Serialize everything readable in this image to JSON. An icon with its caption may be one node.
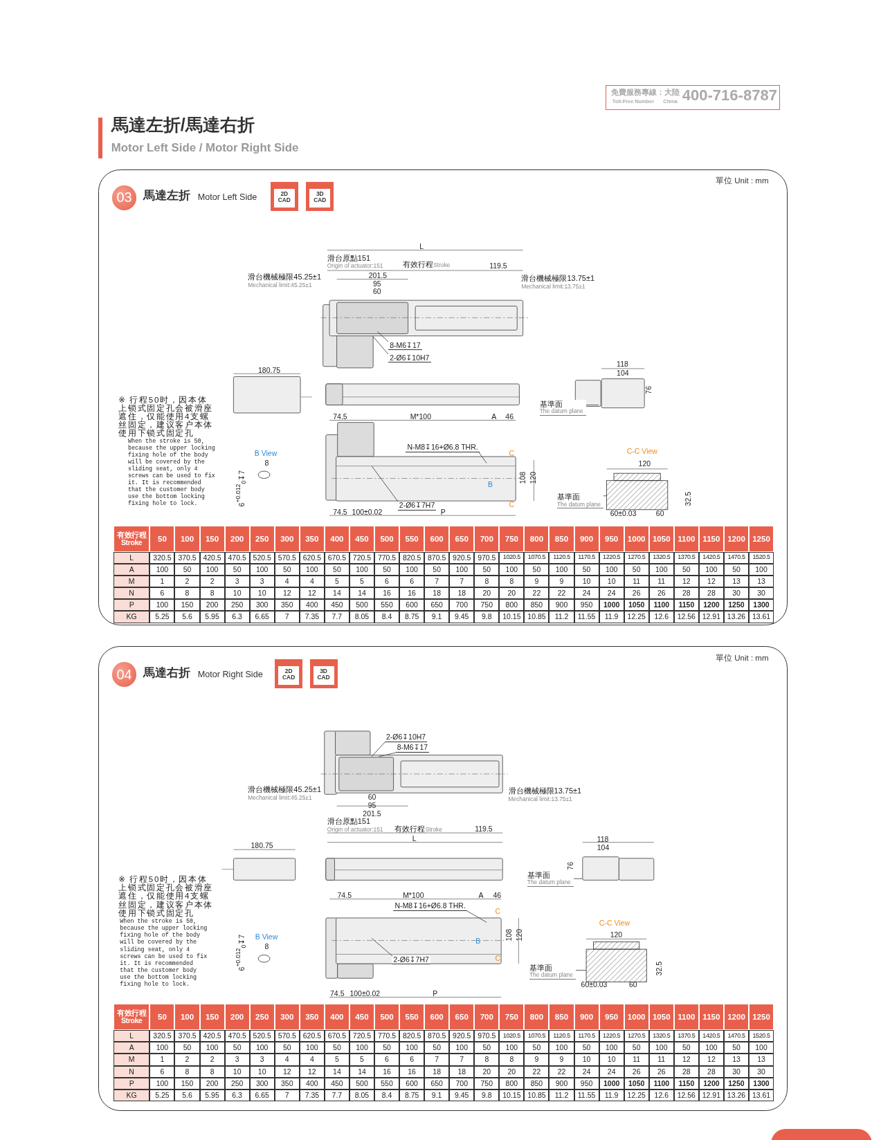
{
  "diagram": {
    "title": "馬達左折/馬達右折",
    "nodes": [
      {
        "text": [
          "免費服務專線：大陸",
          "Toll-Free Number",
          "China",
          "400-716-8787"
        ]
      },
      {
        "text": [
          "馬達左折",
          "Motor Left Side",
          "單位 Unit : mm"
        ]
      },
      {
        "text": [
          "03"
        ],
        "in": 1
      },
      {
        "text": [
          "2D CAD"
        ],
        "in": 1
      },
      {
        "text": [
          "3D CAD"
        ],
        "in": 1
      },
      {
        "text": [
          "8-M6↧17"
        ],
        "in": 1
      },
      {
        "text": [
          "2-Ø6↧10H7"
        ],
        "in": 1
      },
      {
        "text": [
          "N-M8↧16+Ø6.8 THR."
        ],
        "in": 1
      },
      {
        "text": [
          "2-Ø6↧7H7"
        ],
        "in": 1
      },
      {
        "text": [
          "基準面",
          "The datum plane"
        ],
        "in": 1
      },
      {
        "text": [
          "基準面",
          "The datum plane"
        ],
        "in": 1
      },
      {
        "text": [
          "馬達右折",
          "Motor Right Side",
          "單位 Unit : mm"
        ]
      },
      {
        "text": [
          "04"
        ],
        "in": 11
      },
      {
        "text": [
          "2D CAD"
        ],
        "in": 11
      },
      {
        "text": [
          "3D CAD"
        ],
        "in": 11
      },
      {
        "text": [
          "2-Ø6↧10H7"
        ],
        "in": 11
      },
      {
        "text": [
          "8-M6↧17"
        ],
        "in": 11
      },
      {
        "text": [
          "N-M8↧16+Ø6.8 THR."
        ],
        "in": 11
      },
      {
        "text": [
          "2-Ø6↧7H7"
        ],
        "in": 11
      },
      {
        "text": [
          "基準面",
          "The datum plane"
        ],
        "in": 11
      },
      {
        "text": [
          "基準面",
          "The datum plane"
        ],
        "in": 11
      }
    ],
    "edges": [
      {
        "from": 5,
        "to": null,
        "arrow": "none"
      },
      {
        "from": 6,
        "to": null,
        "arrow": "none"
      },
      {
        "from": 7,
        "to": null,
        "arrow": "none"
      },
      {
        "from": 8,
        "to": null,
        "arrow": "none"
      },
      {
        "from": 9,
        "to": null,
        "arrow": "none"
      },
      {
        "from": 10,
        "to": null,
        "arrow": "none"
      },
      {
        "from": 15,
        "to": null,
        "arrow": "none"
      },
      {
        "from": 16,
        "to": null,
        "arrow": "none"
      },
      {
        "from": 17,
        "to": null,
        "arrow": "none"
      },
      {
        "from": 18,
        "to": null,
        "arrow": "none"
      },
      {
        "from": 19,
        "to": null,
        "arrow": "none"
      },
      {
        "from": 20,
        "to": null,
        "arrow": "none"
      }
    ],
    "labels": [
      "Motor Left Side / Motor Right Side",
      "L",
      "滑台原點151",
      "Origin of actuator:151",
      "有效行程",
      "Stroke",
      "119.5",
      "滑台機械極限45.25±1",
      "Mechanical limit:45.25±1",
      "201.5",
      "95",
      "60",
      "滑台機械極限13.75±1",
      "Mechanical limit:13.75±1",
      "180.75",
      "118",
      "104",
      "76",
      "※ 行程50时，因本体上锁式固定孔会被滑座遮住，仅能使用4支螺丝固定，建议客户本体使用下锁式固定孔",
      "74.5",
      "M*100",
      "A",
      "46",
      "When the stroke is 50, because the upper locking fixing hole of the body will be covered by the sliding seat, only 4 screws can be used to fix it. It is recommended that the customer body use the bottom locking fixing hole to lock.",
      "B View",
      "C",
      "8",
      "6$^{+0.012}$$_{0}$↧7",
      "B",
      "108",
      "120",
      "C-C View",
      "120",
      "C",
      "32.5",
      "74.5",
      "100±0.02",
      "P",
      "60±0.03",
      "60",
      "有效行程 Stroke",
      "50",
      "100",
      "150",
      "200",
      "250",
      "300",
      "350",
      "400",
      "450",
      "500",
      "550",
      "600",
      "650",
      "700",
      "750",
      "800",
      "850",
      "900",
      "950",
      "1000",
      "1050",
      "1100",
      "1150",
      "1200",
      "1250",
      "L",
      "320.5",
      "370.5",
      "420.5",
      "470.5",
      "520.5",
      "570.5",
      "620.5",
      "670.5",
      "720.5",
      "770.5",
      "820.5",
      "870.5",
      "920.5",
      "970.5",
      "1020.5",
      "1070.5",
      "1120.5",
      "1170.5",
      "1220.5",
      "1270.5",
      "1320.5",
      "1370.5",
      "1420.5",
      "1470.5",
      "1520.5",
      "A",
      "100",
      "50",
      "100",
      "50",
      "100",
      "50",
      "100",
      "50",
      "100",
      "50",
      "100",
      "50",
      "100",
      "50",
      "100",
      "50",
      "100",
      "50",
      "100",
      "50",
      "100",
      "50",
      "100",
      "50",
      "100",
      "M",
      "1",
      "2",
      "2",
      "3",
      "3",
      "4",
      "4",
      "5",
      "5",
      "6",
      "6",
      "7",
      "7",
      "8",
      "8",
      "9",
      "9",
      "10",
      "10",
      "11",
      "11",
      "12",
      "12",
      "13",
      "13",
      "N",
      "6",
      "8",
      "8",
      "10",
      "10",
      "12",
      "12",
      "14",
      "14",
      "16",
      "16",
      "18",
      "18",
      "20",
      "20",
      "22",
      "22",
      "24",
      "24",
      "26",
      "26",
      "28",
      "28",
      "30",
      "30",
      "P",
      "100",
      "150",
      "200",
      "250",
      "300",
      "350",
      "400",
      "450",
      "500",
      "550",
      "600",
      "650",
      "700",
      "750",
      "800",
      "850",
      "900",
      "950",
      "1000",
      "1050",
      "1100",
      "1150",
      "1200",
      "1250",
      "1300",
      "KG",
      "5.25",
      "5.6",
      "5.95",
      "6.3",
      "6.65",
      "7",
      "7.35",
      "7.7",
      "8.05",
      "8.4",
      "8.75",
      "9.1",
      "9.45",
      "9.8",
      "10.15",
      "10.85",
      "11.2",
      "11.55",
      "11.9",
      "12.25",
      "12.6",
      "12.56",
      "12.91",
      "13.26",
      "13.61",
      "滑台機械極限45.25±1",
      "滑台機械極限13.75±1",
      "Mechanical limit:45.25±1",
      "60",
      "Mechanical limit:13.75±1",
      "95",
      "201.5",
      "滑台原點151",
      "Origin of actuator:151",
      "有效行程",
      "Stroke",
      "119.5",
      "L",
      "180.75",
      "118",
      "104",
      "76",
      "※ 行程50时，因本体上锁式固定孔会被滑座遮住，仅能使用4支螺丝固定，建议客户本体使用下锁式固定孔",
      "74.5",
      "M*100",
      "A",
      "46",
      "When the stroke is 50, because the upper locking fixing hole of the body will be covered by the sliding seat, only 4 screws can be used to fix it. It is recommended that the customer body use the bottom locking fixing hole to lock.",
      "C",
      "C-C View",
      "B View",
      "120",
      "8",
      "6$^{+0.012}$$_{0}$↧7",
      "B",
      "108",
      "120",
      "C",
      "32.5",
      "60±0.03",
      "60",
      "74.5",
      "100±0.02",
      "P",
      "有效行程 Stroke",
      "50",
      "100",
      "150",
      "200",
      "250",
      "300",
      "350",
      "400",
      "450",
      "500",
      "550",
      "600",
      "650",
      "700",
      "750",
      "800",
      "850",
      "900",
      "950",
      "1000",
      "1050",
      "1100",
      "1150",
      "1200",
      "1250",
      "L",
      "320.5",
      "370.5",
      "420.5",
      "470.5",
      "520.5",
      "570.5",
      "620.5",
      "670.5",
      "720.5",
      "770.5",
      "820.5",
      "870.5",
      "920.5",
      "970.5",
      "1020.5",
      "1070.5",
      "1120.5",
      "1170.5",
      "1220.5",
      "1270.5",
      "1320.5",
      "1370.5",
      "1420.5",
      "1470.5",
      "1520.5",
      "A",
      "100",
      "50",
      "100",
      "50",
      "100",
      "50",
      "100",
      "50",
      "100",
      "50",
      "100",
      "50",
      "100",
      "50",
      "100",
      "50",
      "100",
      "50",
      "100",
      "50",
      "100",
      "50",
      "100",
      "50",
      "100",
      "M",
      "1",
      "2",
      "2",
      "3",
      "3",
      "4",
      "4",
      "5",
      "5",
      "6",
      "6",
      "7",
      "7",
      "8",
      "8",
      "9",
      "9",
      "10",
      "10",
      "11",
      "11",
      "12",
      "12",
      "13",
      "13",
      "N",
      "6",
      "8",
      "8",
      "10",
      "10",
      "12",
      "12",
      "14",
      "14",
      "16",
      "16",
      "18",
      "18",
      "20",
      "20",
      "22",
      "22",
      "24",
      "24",
      "26",
      "26",
      "28",
      "28",
      "30",
      "30",
      "P",
      "100",
      "150",
      "200",
      "250",
      "300",
      "350",
      "400",
      "450",
      "500",
      "550",
      "600",
      "650",
      "700",
      "750",
      "800",
      "850",
      "900",
      "950",
      "1000",
      "1050",
      "1100",
      "1150",
      "1200",
      "1250",
      "1300",
      "KG",
      "5.25",
      "5.6",
      "5.95",
      "6.3",
      "6.65",
      "7",
      "7.35",
      "7.7",
      "8.05",
      "8.4",
      "8.75",
      "9.1",
      "9.45",
      "9.8",
      "10.15",
      "10.85",
      "11.2",
      "11.55",
      "11.9",
      "12.25",
      "12.6",
      "12.56",
      "12.91",
      "13.26",
      "13.61"
    ]
  }
}
